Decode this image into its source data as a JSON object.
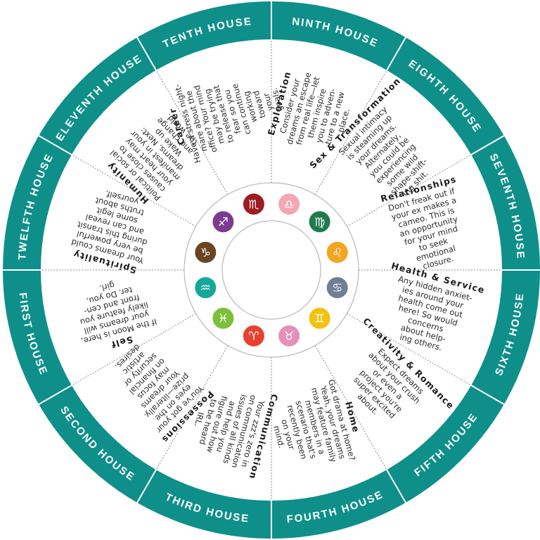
{
  "colors": {
    "ring": "#0f8f8a",
    "ring_text": "#ffffff",
    "divider": "#ffffff",
    "dotted": "#8a8a8a",
    "inner_ring": "#b9b9b9"
  },
  "sectors": [
    {
      "house": "NINTH HOUSE",
      "topic": "Exploration",
      "lines": [
        "Consider your",
        "dreams an escape",
        "from real life—let",
        "them inspire",
        "you to adven-",
        "ture to a new",
        "place."
      ],
      "sign": "Libra",
      "glyph_icon": "libra-icon",
      "glyph": "♎",
      "badge_color": "#f3a7b2"
    },
    {
      "house": "EIGHTH HOUSE",
      "topic": "Sex & Transformation",
      "lines": [
        "Sexual intimacy",
        "is steaming up",
        "your dreams.",
        "Alternately,",
        "you could be",
        "experiencing",
        "some wild",
        "shape-shift-",
        "ing shit."
      ],
      "sign": "Virgo",
      "glyph_icon": "virgo-icon",
      "glyph": "♍",
      "badge_color": "#1f7a4d"
    },
    {
      "house": "SEVENTH HOUSE",
      "topic": "Relationships",
      "lines": [
        "Don't freak out if",
        "your ex makes a",
        "cameo. This is",
        "an opportunity",
        "for your mind",
        "to seek",
        "emotional",
        "closure."
      ],
      "sign": "Leo",
      "glyph_icon": "leo-icon",
      "glyph": "♌",
      "badge_color": "#f2a51f"
    },
    {
      "house": "SIXTH HOUSE",
      "topic": "Health & Service",
      "lines": [
        "Any hidden anxiet-",
        "ies around your",
        "health come out",
        "here! So would",
        "concerns",
        "about help-",
        "ing others."
      ],
      "sign": "Cancer",
      "glyph_icon": "cancer-icon",
      "glyph": "♋",
      "badge_color": "#6f7f95"
    },
    {
      "house": "FIFTH HOUSE",
      "topic": "Creativity & Romance",
      "lines": [
        "Expect dreams",
        "about your crush",
        "or even a",
        "project you're",
        "super excited",
        "about."
      ],
      "sign": "Gemini",
      "glyph_icon": "gemini-icon",
      "glyph": "♊",
      "badge_color": "#f2c20f"
    },
    {
      "house": "FOURTH HOUSE",
      "topic": "Home",
      "lines": [
        "Got drama at home?",
        "Yeah, your dreams",
        "may feature family",
        "members in a",
        "scenario that's",
        "recently been",
        "on your",
        "mind."
      ],
      "sign": "Taurus",
      "glyph_icon": "taurus-icon",
      "glyph": "♉",
      "badge_color": "#e58fb9"
    },
    {
      "house": "THIRD HOUSE",
      "topic": "Communication",
      "lines": [
        "Your zzz's zero in",
        "on communication",
        "issues of all kinds",
        "and help you",
        "figure out how",
        "to be heard",
        "IRL."
      ],
      "sign": "Aries",
      "glyph_icon": "aries-icon",
      "glyph": "♈",
      "badge_color": "#e8402e"
    },
    {
      "house": "SECOND HOUSE",
      "topic": "Possessions",
      "lines": [
        "You've got your",
        "eyes on the",
        "prize—literally.",
        "Your dreams",
        "may focus",
        "on financial",
        "security or",
        "artistic",
        "desires."
      ],
      "sign": "Pisces",
      "glyph_icon": "pisces-icon",
      "glyph": "♓",
      "badge_color": "#7bbf3a"
    },
    {
      "house": "FIRST HOUSE",
      "topic": "Self",
      "lines": [
        "If the Moon is here,",
        "your dreams will",
        "likely feature you",
        "front and cen-",
        "ter. Do you,",
        "girl."
      ],
      "sign": "Aquarius",
      "glyph_icon": "aquarius-icon",
      "glyph": "♒",
      "badge_color": "#15a89a"
    },
    {
      "house": "TWELFTH HOUSE",
      "topic": "Spirituality",
      "lines": [
        "Your dreams could",
        "be very powerful",
        "during this transit",
        "and can reveal",
        "some legit",
        "truths about",
        "yourself."
      ],
      "sign": "Capricorn",
      "glyph_icon": "capricorn-icon",
      "glyph": "♑",
      "badge_color": "#6b4424"
    },
    {
      "house": "ELEVENTH HOUSE",
      "topic": "Humanity",
      "lines": [
        "Political or social",
        "causes close to",
        "your heart may",
        "manifest in your",
        "dreams. Next:",
        "Wake up",
        "and change",
        "the world."
      ],
      "sign": "Sagittarius",
      "glyph_icon": "sagittarius-icon",
      "glyph": "♐",
      "badge_color": "#7b3b8f"
    },
    {
      "house": "TENTH HOUSE",
      "topic": "Career",
      "lines": [
        "Have a stress night-",
        "mare about the",
        "office? Your mind",
        "may be trying",
        "to release that",
        "fear so you",
        "can continue",
        "working",
        "toward",
        "your",
        "goals."
      ],
      "sign": "Scorpio",
      "glyph_icon": "scorpio-icon",
      "glyph": "♏",
      "badge_color": "#9e1b22"
    }
  ]
}
